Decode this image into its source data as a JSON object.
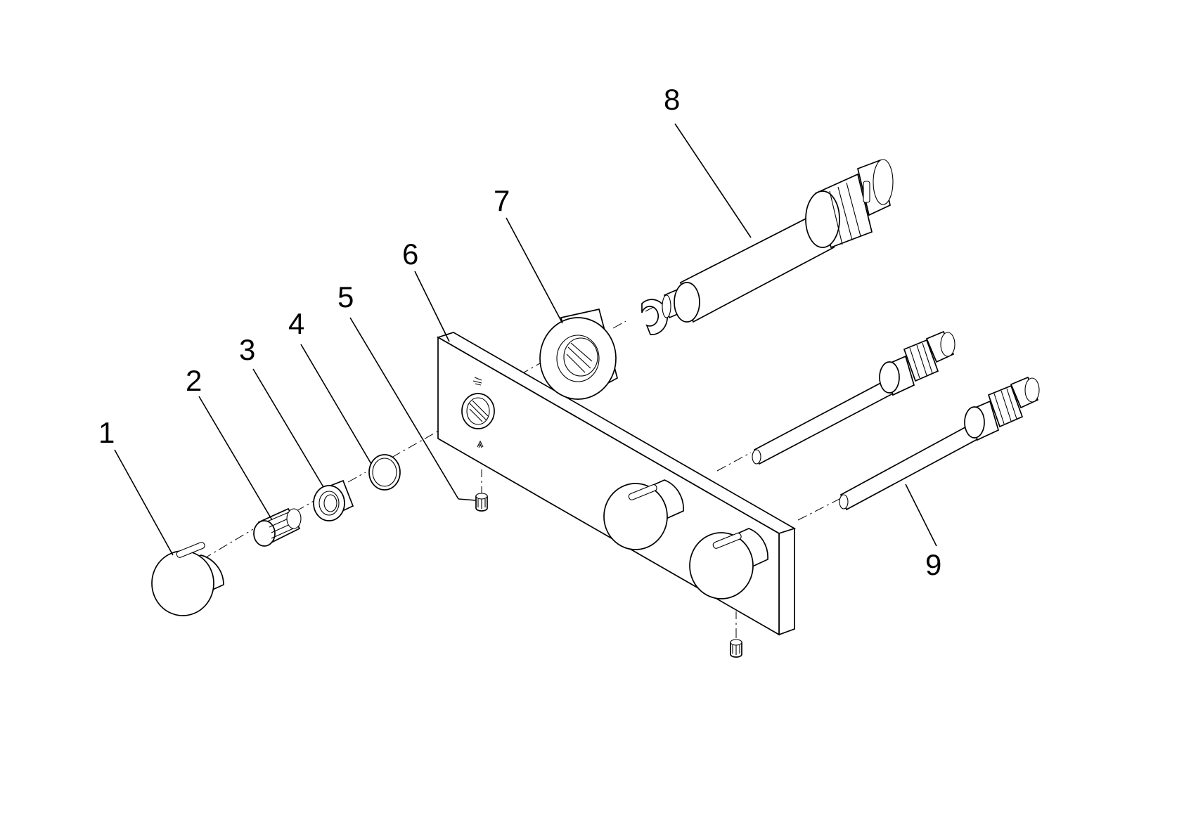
{
  "callouts": [
    {
      "id": "1",
      "label": "1"
    },
    {
      "id": "2",
      "label": "2"
    },
    {
      "id": "3",
      "label": "3"
    },
    {
      "id": "4",
      "label": "4"
    },
    {
      "id": "5",
      "label": "5"
    },
    {
      "id": "6",
      "label": "6"
    },
    {
      "id": "7",
      "label": "7"
    },
    {
      "id": "8",
      "label": "8"
    },
    {
      "id": "9",
      "label": "9"
    }
  ],
  "plate_symbols": [
    "shower-hand-symbol",
    "shower-head-symbol"
  ]
}
